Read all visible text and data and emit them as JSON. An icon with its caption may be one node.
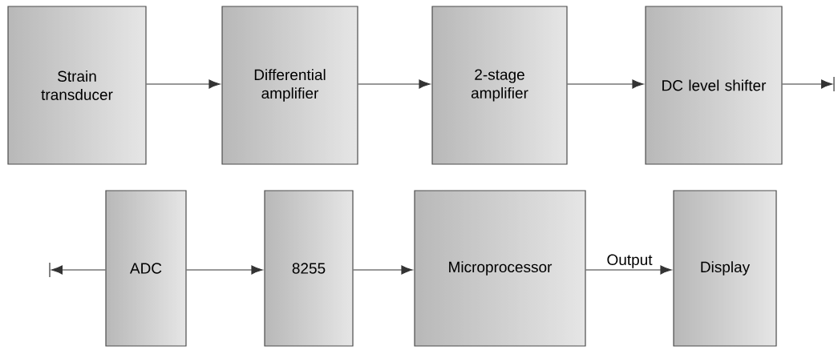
{
  "diagram": {
    "nodes": [
      {
        "text": [
          "Strain transducer"
        ]
      },
      {
        "text": [
          "Differential amplifier"
        ]
      },
      {
        "text": [
          "2-stage amplifier"
        ]
      },
      {
        "text": [
          "DC level shifter"
        ]
      },
      {
        "text": [
          "ADC"
        ]
      },
      {
        "text": [
          "8255"
        ]
      },
      {
        "text": [
          "Microprocessor"
        ]
      },
      {
        "text": [
          "Display"
        ]
      }
    ],
    "edges": [
      {
        "from": 0,
        "to": 1,
        "arrow": "to"
      },
      {
        "from": 1,
        "to": 2,
        "arrow": "to"
      },
      {
        "from": 2,
        "to": 3,
        "arrow": "to"
      },
      {
        "from": 3,
        "to": null,
        "arrow": "to"
      },
      {
        "from": 4,
        "to": null,
        "arrow": "to"
      },
      {
        "from": 4,
        "to": 5,
        "arrow": "to"
      },
      {
        "from": 5,
        "to": 6,
        "arrow": "to"
      },
      {
        "from": 6,
        "to": 7,
        "arrow": "to",
        "label": "Output"
      }
    ]
  }
}
